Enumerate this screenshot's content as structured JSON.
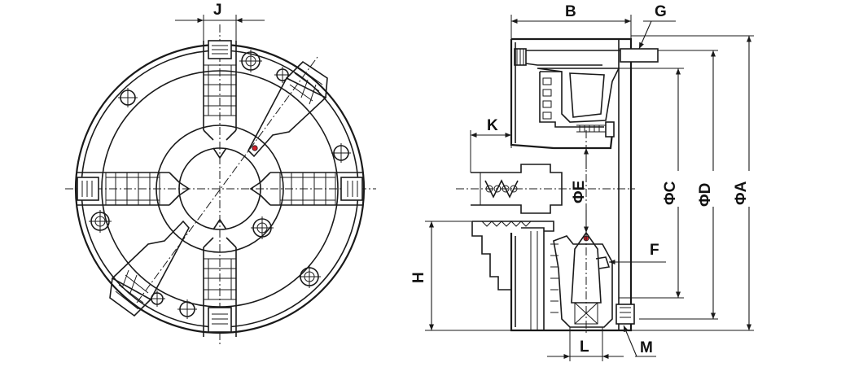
{
  "labels": {
    "j": "J",
    "b": "B",
    "g": "G",
    "k": "K",
    "phi_e": "ΦE",
    "phi_c": "ΦC",
    "phi_d": "ΦD",
    "phi_a": "ΦA",
    "f": "F",
    "h": "H",
    "l": "L",
    "m": "M"
  },
  "colors": {
    "line": "#1a1a1a",
    "marker": "#d0202a"
  }
}
